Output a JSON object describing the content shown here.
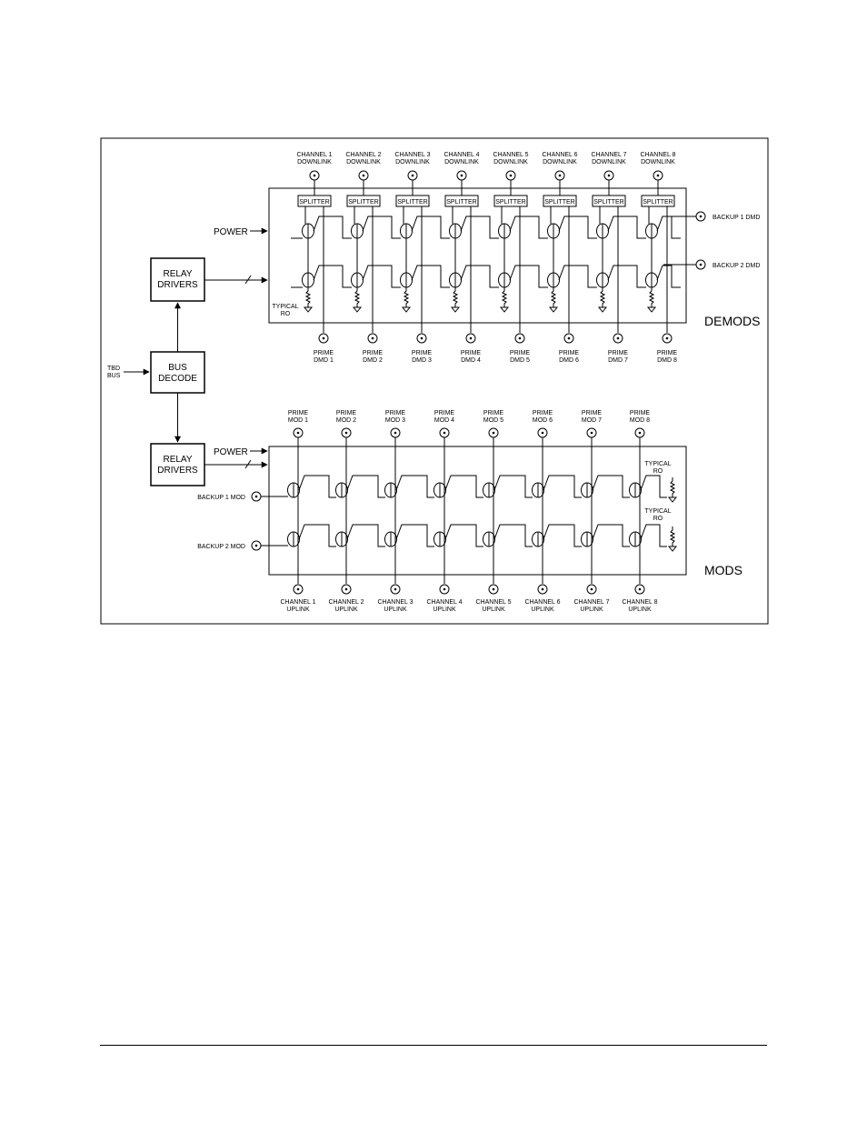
{
  "figure": {
    "demods": {
      "section_label": "DEMODS",
      "channel_inputs": [
        [
          "CHANNEL 1",
          "DOWNLINK"
        ],
        [
          "CHANNEL 2",
          "DOWNLINK"
        ],
        [
          "CHANNEL 3",
          "DOWNLINK"
        ],
        [
          "CHANNEL 4",
          "DOWNLINK"
        ],
        [
          "CHANNEL 5",
          "DOWNLINK"
        ],
        [
          "CHANNEL 6",
          "DOWNLINK"
        ],
        [
          "CHANNEL 7",
          "DOWNLINK"
        ],
        [
          "CHANNEL 8",
          "DOWNLINK"
        ]
      ],
      "splitter_label": "SPLITTER",
      "prime_outputs": [
        [
          "PRIME",
          "DMD 1"
        ],
        [
          "PRIME",
          "DMD 2"
        ],
        [
          "PRIME",
          "DMD 3"
        ],
        [
          "PRIME",
          "DMD 4"
        ],
        [
          "PRIME",
          "DMD 5"
        ],
        [
          "PRIME",
          "DMD 6"
        ],
        [
          "PRIME",
          "DMD 7"
        ],
        [
          "PRIME",
          "DMD 8"
        ]
      ],
      "backup_outputs": [
        "BACKUP 1 DMD",
        "BACKUP 2 DMD"
      ],
      "power_label": "POWER",
      "typical_label": [
        "TYPICAL",
        "RO"
      ]
    },
    "mods": {
      "section_label": "MODS",
      "prime_inputs": [
        [
          "PRIME",
          "MOD 1"
        ],
        [
          "PRIME",
          "MOD 2"
        ],
        [
          "PRIME",
          "MOD 3"
        ],
        [
          "PRIME",
          "MOD 4"
        ],
        [
          "PRIME",
          "MOD 5"
        ],
        [
          "PRIME",
          "MOD 6"
        ],
        [
          "PRIME",
          "MOD 7"
        ],
        [
          "PRIME",
          "MOD 8"
        ]
      ],
      "channel_outputs": [
        [
          "CHANNEL 1",
          "UPLINK"
        ],
        [
          "CHANNEL 2",
          "UPLINK"
        ],
        [
          "CHANNEL 3",
          "UPLINK"
        ],
        [
          "CHANNEL 4",
          "UPLINK"
        ],
        [
          "CHANNEL 5",
          "UPLINK"
        ],
        [
          "CHANNEL 6",
          "UPLINK"
        ],
        [
          "CHANNEL 7",
          "UPLINK"
        ],
        [
          "CHANNEL 8",
          "UPLINK"
        ]
      ],
      "backup_inputs": [
        "BACKUP 1 MOD",
        "BACKUP 2 MOD"
      ],
      "power_label": "POWER",
      "typical_label": [
        "TYPICAL",
        "RO"
      ]
    },
    "control": {
      "relay_drivers": [
        "RELAY",
        "DRIVERS"
      ],
      "bus_decode": [
        "BUS",
        "DECODE"
      ],
      "tbd_bus": [
        "TBD",
        "BUS"
      ]
    }
  }
}
